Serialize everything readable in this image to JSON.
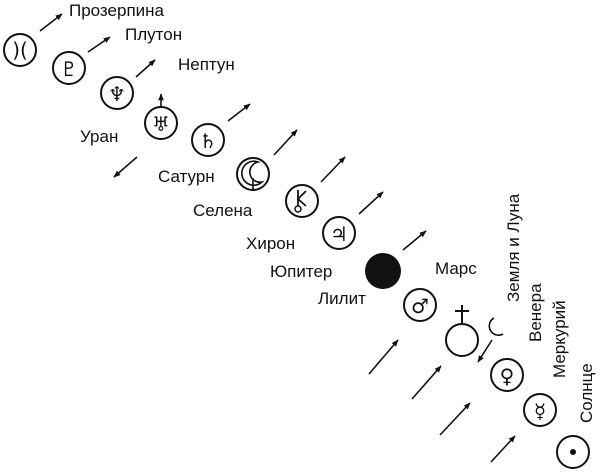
{
  "labels": {
    "proserpina": "Прозерпина",
    "pluto": "Плутон",
    "neptune": "Нептун",
    "uranus": "Уран",
    "saturn": "Сатурн",
    "selena": "Селена",
    "chiron": "Хирон",
    "jupiter": "Юпитер",
    "lilith": "Лилит",
    "mars": "Марс",
    "earth_moon": "Земля и Луна",
    "venus": "Венера",
    "mercury": "Меркурий",
    "sun": "Солнце"
  },
  "icons": {
    "proserpina": "proserpina-icon",
    "pluto": "pluto-icon",
    "neptune": "neptune-icon",
    "uranus": "uranus-icon",
    "saturn": "saturn-icon",
    "selena": "selena-icon",
    "chiron": "chiron-icon",
    "jupiter": "jupiter-icon",
    "lilith": "black-moon-lilith-icon",
    "mars": "mars-icon",
    "earth": "earth-icon",
    "moon": "moon-icon",
    "venus": "venus-icon",
    "mercury": "mercury-icon",
    "sun": "sun-icon"
  },
  "colors": {
    "ink": "#111111",
    "background": "#ffffff",
    "lilith_fill": "#111111"
  }
}
